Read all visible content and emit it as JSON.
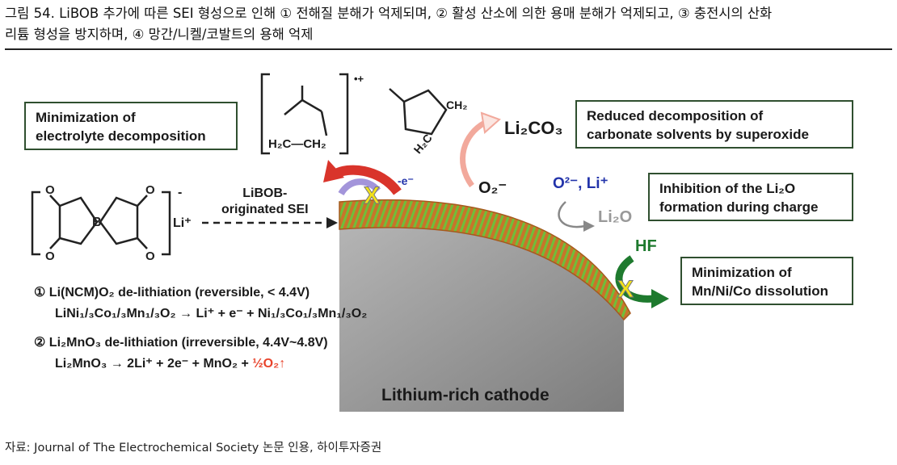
{
  "caption": {
    "line1": "그림 54. LiBOB 추가에 따른 SEI 형성으로 인해 ① 전해질 분해가 억제되며, ② 활성 산소에 의한 용매 분해가 억제되고, ③ 충전시의 산화",
    "line2": "리튬 형성을 방지하며, ④ 망간/니켈/코발트의 용해 억제"
  },
  "boxes": {
    "electrolyte": [
      "Minimization of",
      "electrolyte decomposition"
    ],
    "carbonate": [
      "Reduced decomposition of",
      "carbonate solvents by superoxide"
    ],
    "li2o": [
      "Inhibition of the Li₂O",
      "formation during charge"
    ],
    "dissolution": [
      "Minimization of",
      "Mn/Ni/Co dissolution"
    ]
  },
  "labels": {
    "sei": [
      "LiBOB-",
      "originated SEI"
    ],
    "li_plus": "Li⁺",
    "minus": "-",
    "electron": "-e⁻",
    "radical": "•+",
    "li2co3": "Li₂CO₃",
    "o2_minus": "O₂⁻",
    "o2_li": "O²⁻, Li⁺",
    "li2o": "Li₂O",
    "hf": "HF",
    "x_mark": "X",
    "cathode": "Lithium-rich cathode",
    "vinyl": "H₂C—CH₂",
    "ring_ch2": "CH₂",
    "ring_h2c": "H₂C"
  },
  "equations": {
    "eq1_title": "① Li(NCM)O₂ de-lithiation (reversible, < 4.4V)",
    "eq1_body": "LiNi₁/₃Co₁/₃Mn₁/₃O₂ → Li⁺ + e⁻ + Ni₁/₃Co₁/₃Mn₁/₃O₂",
    "eq2_title": "② Li₂MnO₃ de-lithiation (irreversible, 4.4V~4.8V)",
    "eq2_body": "Li₂MnO₃ → 2Li⁺ + 2e⁻ + MnO₂ + ",
    "eq2_red": "½O₂↑"
  },
  "source": "자료: Journal of The Electrochemical Society 논문 인용, 하이투자증권",
  "colors": {
    "sei_orange": "#c8742a",
    "sei_green": "#6fbf3a",
    "cathode_gray": "#9a9a9a",
    "box_border": "#2f4f2f",
    "arrow_red": "#d9342b",
    "arrow_green": "#1e7a2e",
    "x_yellow": "#f3e21a",
    "accent_red": "#e8432b",
    "o2li_blue": "#2233aa"
  }
}
